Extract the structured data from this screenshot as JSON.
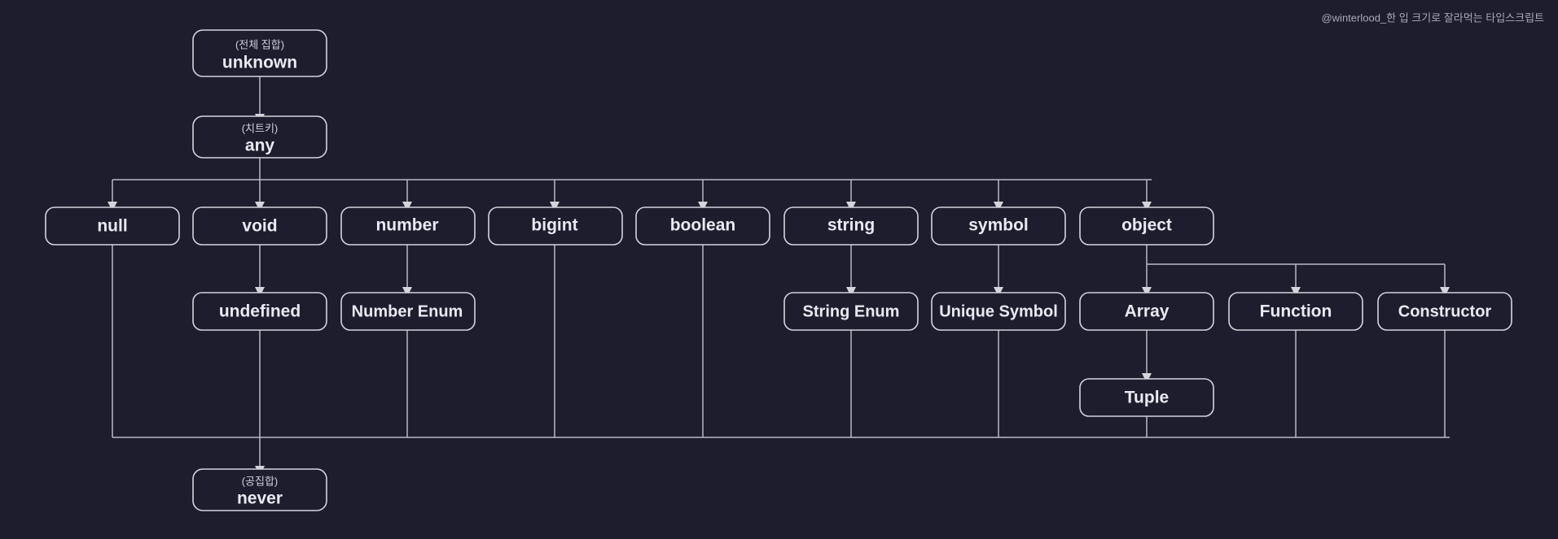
{
  "meta": {
    "watermark": "@winterlood_한 입 크기로 잘라먹는 타입스크립트",
    "background_color": "#1e1d2e",
    "line_color": "#b9b9c4",
    "box_border_color": "#d4d4dd",
    "text_color": "#e9e9f2"
  },
  "nodes": {
    "unknown": {
      "label": "unknown",
      "sub": "(전체 집합)"
    },
    "any": {
      "label": "any",
      "sub": "(치트키)"
    },
    "null": {
      "label": "null",
      "sub": ""
    },
    "void": {
      "label": "void",
      "sub": ""
    },
    "number": {
      "label": "number",
      "sub": ""
    },
    "bigint": {
      "label": "bigint",
      "sub": ""
    },
    "boolean": {
      "label": "boolean",
      "sub": ""
    },
    "string": {
      "label": "string",
      "sub": ""
    },
    "symbol": {
      "label": "symbol",
      "sub": ""
    },
    "object": {
      "label": "object",
      "sub": ""
    },
    "undefined": {
      "label": "undefined",
      "sub": ""
    },
    "number_enum": {
      "label": "Number Enum",
      "sub": ""
    },
    "string_enum": {
      "label": "String Enum",
      "sub": ""
    },
    "unique_symbol": {
      "label": "Unique Symbol",
      "sub": ""
    },
    "array": {
      "label": "Array",
      "sub": ""
    },
    "function": {
      "label": "Function",
      "sub": ""
    },
    "constructor": {
      "label": "Constructor",
      "sub": ""
    },
    "tuple": {
      "label": "Tuple",
      "sub": ""
    },
    "never": {
      "label": "never",
      "sub": "(공집합)"
    }
  }
}
